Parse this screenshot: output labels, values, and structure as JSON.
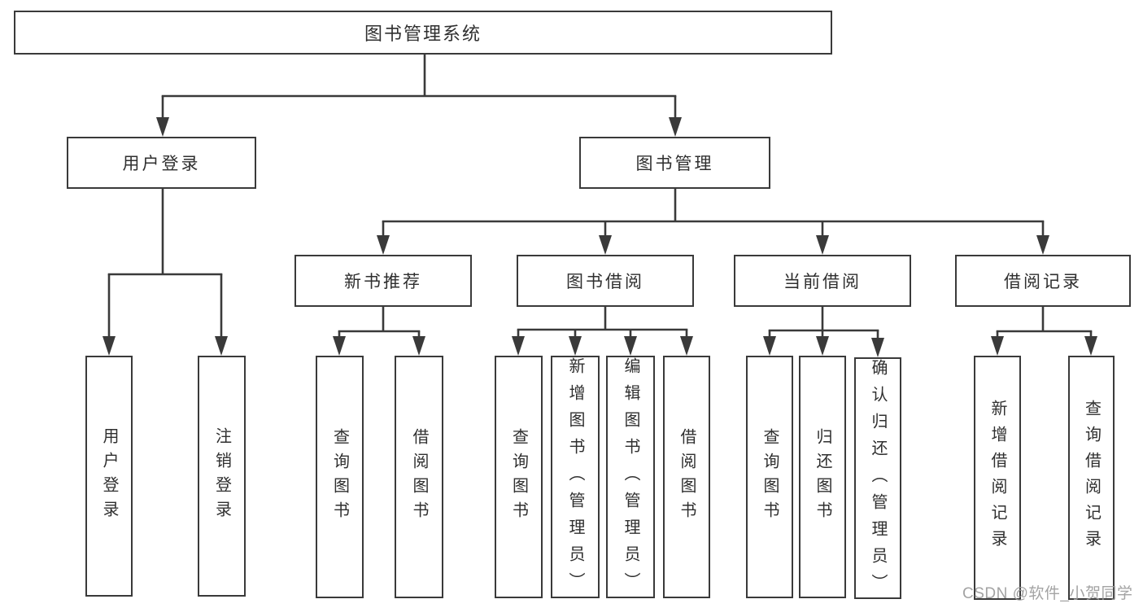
{
  "diagram": {
    "type": "tree",
    "title": "图书管理系统",
    "watermark": "CSDN @软件_小贺同学",
    "colors": {
      "line": "#3a3a3a",
      "box_border": "#3a3a3a",
      "text": "#2f2f2f",
      "background": "#ffffff",
      "watermark": "#9b9b9b"
    },
    "nodes": {
      "root": {
        "label": "图书管理系统",
        "children": [
          "user_login",
          "book_management"
        ]
      },
      "user_login": {
        "label": "用户登录",
        "children": [
          "user_login_leaf",
          "logout"
        ]
      },
      "book_management": {
        "label": "图书管理",
        "children": [
          "new_book_recommend",
          "book_borrow",
          "current_borrow",
          "borrow_records"
        ]
      },
      "new_book_recommend": {
        "label": "新书推荐",
        "children": [
          "query_books_a",
          "borrow_books_a"
        ]
      },
      "book_borrow": {
        "label": "图书借阅",
        "children": [
          "query_books_b",
          "add_books_admin",
          "edit_books_admin",
          "borrow_books_b"
        ]
      },
      "current_borrow": {
        "label": "当前借阅",
        "children": [
          "query_books_c",
          "return_books",
          "confirm_return_admin"
        ]
      },
      "borrow_records": {
        "label": "借阅记录",
        "children": [
          "add_borrow_record",
          "query_borrow_record"
        ]
      },
      "user_login_leaf": {
        "label": "用户登录",
        "children": []
      },
      "logout": {
        "label": "注销登录",
        "children": []
      },
      "query_books_a": {
        "label": "查询图书",
        "children": []
      },
      "borrow_books_a": {
        "label": "借阅图书",
        "children": []
      },
      "query_books_b": {
        "label": "查询图书",
        "children": []
      },
      "add_books_admin": {
        "label": "新增图书（管理员）",
        "children": []
      },
      "edit_books_admin": {
        "label": "编辑图书（管理员）",
        "children": []
      },
      "borrow_books_b": {
        "label": "借阅图书",
        "children": []
      },
      "query_books_c": {
        "label": "查询图书",
        "children": []
      },
      "return_books": {
        "label": "归还图书",
        "children": []
      },
      "confirm_return_admin": {
        "label": "确认归还（管理员）",
        "children": []
      },
      "add_borrow_record": {
        "label": "新增借阅记录",
        "children": []
      },
      "query_borrow_record": {
        "label": "查询借阅记录",
        "children": []
      }
    }
  }
}
